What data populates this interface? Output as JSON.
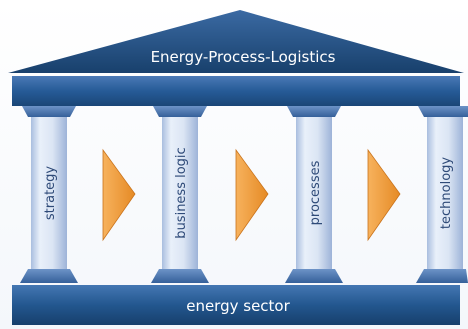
{
  "diagram": {
    "roof_title": "Energy-Process-Logistics",
    "base_label": "energy sector",
    "pillars": [
      {
        "label": "strategy"
      },
      {
        "label": "business logic"
      },
      {
        "label": "processes"
      },
      {
        "label": "technology"
      }
    ],
    "arrow_icons": [
      "chevron-right-icon",
      "chevron-right-icon",
      "chevron-right-icon"
    ],
    "colors": {
      "roof": "#1d4a7a",
      "beam": "#1f5692",
      "base": "#1f5692",
      "pillar_light": "#e6edf8",
      "pillar_mid": "#b9c9e2",
      "pillar_cap": "#4a74ad",
      "arrow": "#f39c3c",
      "text_light": "#ffffff",
      "text_dark": "#2e4a78"
    }
  }
}
